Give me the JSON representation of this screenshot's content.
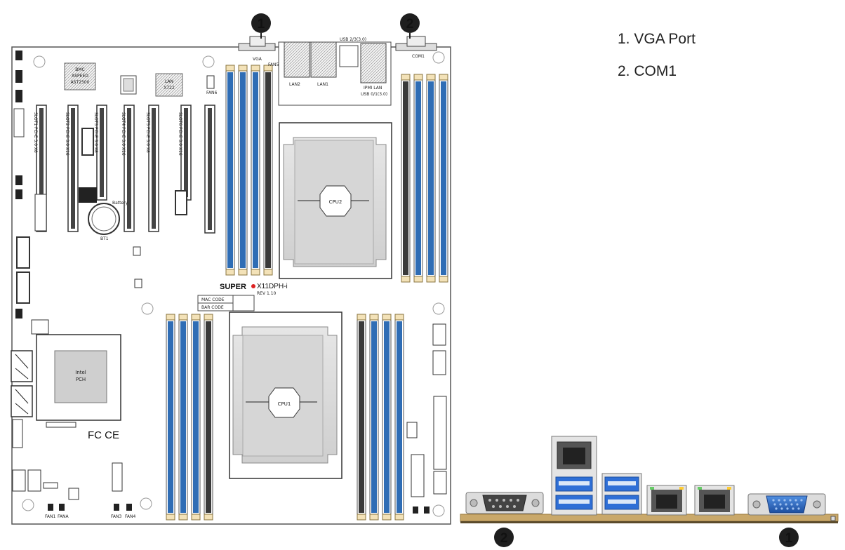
{
  "legend": [
    {
      "number": "1.",
      "text": "VGA Port"
    },
    {
      "number": "2.",
      "text": "COM1"
    }
  ],
  "callouts": {
    "vga": "1",
    "com": "2"
  },
  "board": {
    "brand": "SUPER",
    "model": "X11DPH-i",
    "revision": "REV 1.10",
    "cpu1": "CPU1",
    "cpu2": "CPU2",
    "pch": "Intel\nPCH",
    "bmc": "BMC\nASPEED\nAST2500",
    "lan": "LAN\nX722",
    "battery": "Battery",
    "bt1": "BT1",
    "mac_code": "MAC CODE",
    "bar_code": "BAR CODE",
    "vga_label": "VGA",
    "com1_label": "COM1",
    "lan1": "LAN1",
    "lan2": "LAN2",
    "ipmi_lan": "IPMI LAN",
    "usb01": "USB 0/1(3.0)",
    "usb23": "USB 2/3(3.0)",
    "fce": "FC CE",
    "fan5": "FAN5",
    "fan6": "FAN6",
    "fan1": "FAN1",
    "fana": "FANA",
    "fan3": "FAN3",
    "fan4": "FAN4",
    "slots": [
      "SLOT1 PCI-E 3.0 X8",
      "SLOT2 PCI-E 3.0 X16",
      "SLOT3 PCI-E 3.0 X8",
      "SLOT4 PCI-E 3.0 X16",
      "SLOT5 PCI-E 3.0 X8",
      "SLOT6 PCI-E 3.0 X16"
    ]
  },
  "colors": {
    "dimm_blue": "#2f6db5",
    "dimm_black": "#3a3a3a",
    "pcb_edge": "#c9a86a",
    "callout": "#1e1e1e",
    "vga_blue": "#2a5db0",
    "usb_blue": "#2f6fd6"
  }
}
